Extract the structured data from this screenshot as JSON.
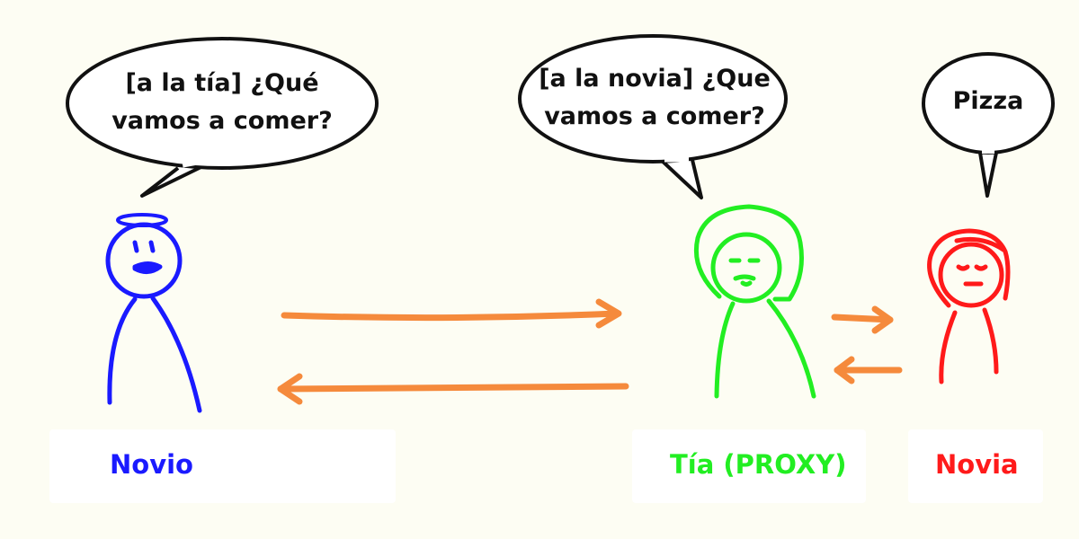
{
  "colors": {
    "background": "#fdfdf3",
    "novio": "#1a1aff",
    "tia": "#22ee22",
    "novia": "#ff1a1a",
    "arrow": "#f58a3c",
    "outline": "#111111"
  },
  "bubbles": {
    "novio": {
      "line1": "[a la tía] ¿Qué",
      "line2": "vamos a comer?"
    },
    "tia": {
      "line1": "[a la novia] ¿Que",
      "line2": "vamos a comer?"
    },
    "novia": {
      "line1": "Pizza"
    }
  },
  "labels": {
    "novio": "Novio",
    "tia": "Tía (PROXY)",
    "novia": "Novia"
  },
  "arrows": [
    {
      "id": "novio-to-tia",
      "direction": "right"
    },
    {
      "id": "tia-to-novio",
      "direction": "left"
    },
    {
      "id": "tia-to-novia",
      "direction": "right"
    },
    {
      "id": "novia-to-tia",
      "direction": "left"
    }
  ]
}
